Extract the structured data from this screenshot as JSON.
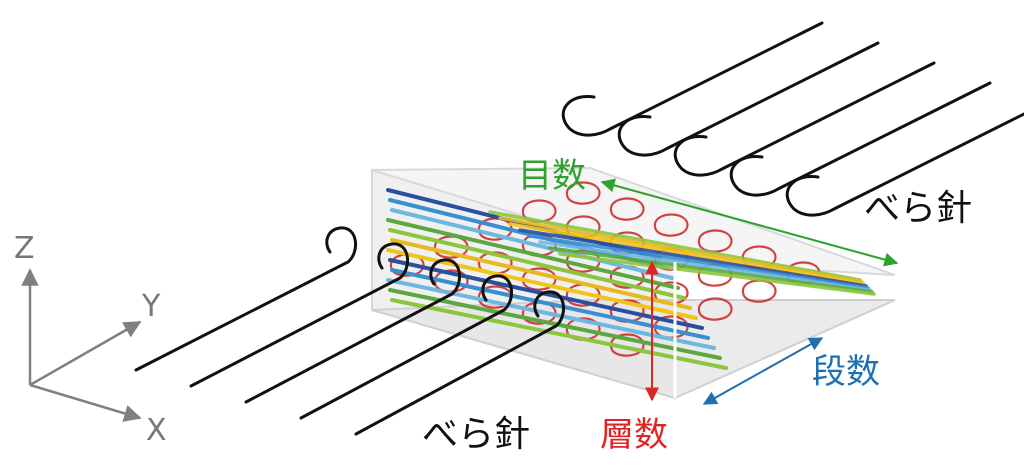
{
  "axes": {
    "z": "Z",
    "y": "Y",
    "x": "X"
  },
  "labels": {
    "stitches": "目数",
    "courses": "段数",
    "layers": "層数",
    "needle_back": "べら針",
    "needle_front": "べら針"
  },
  "colors": {
    "stitches": "#2ea12e",
    "courses": "#1f6fb3",
    "layers": "#e02424",
    "needle": "#111111",
    "loops": "#cc2222",
    "yarns": [
      "#2a4f9e",
      "#3a8fd0",
      "#6db8de",
      "#5aa83f",
      "#8cc63e",
      "#e8b820",
      "#f0c419"
    ],
    "plate": "#e6e6e6",
    "axis": "#808080"
  }
}
